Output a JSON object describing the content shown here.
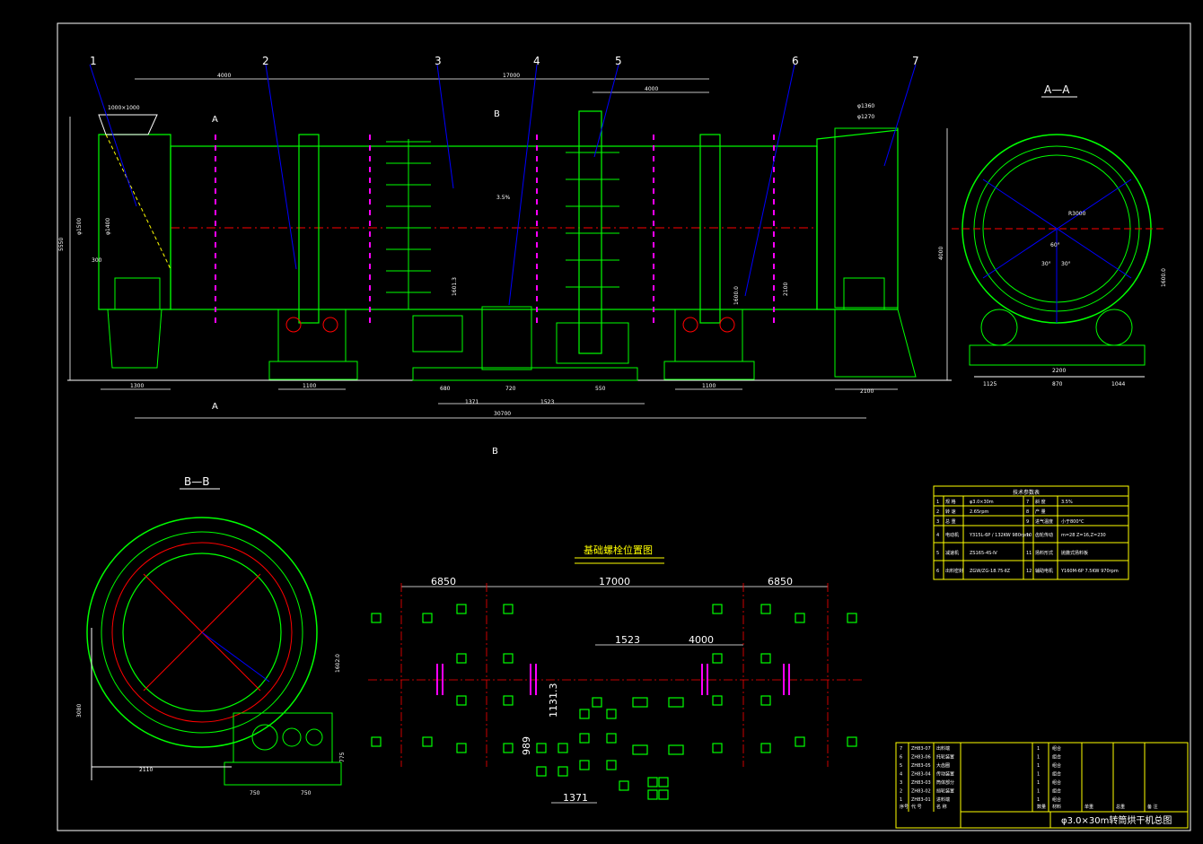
{
  "drawing": {
    "title": "φ3.0×30m转筒烘干机总图",
    "view_labels": {
      "section_aa": "A—A",
      "section_bb": "B—B",
      "cut_a": "A",
      "cut_b": "B"
    },
    "part_callouts": [
      "1",
      "2",
      "3",
      "4",
      "5",
      "6",
      "7"
    ],
    "foundation_title": "基础螺栓位置图"
  },
  "main_view": {
    "dims_top": [
      "4000",
      "17000",
      "4000"
    ],
    "dims_bottom": [
      "1300",
      "1100",
      "680",
      "720",
      "550",
      "1100",
      "2100",
      "1371",
      "1523",
      "30700"
    ],
    "dims_side": [
      "5550",
      "4000",
      "1000×1000",
      "φ1500",
      "φ1400",
      "300",
      "φ1360",
      "φ1270",
      "3.5%",
      "1601.3",
      "2100",
      "1600.0"
    ]
  },
  "section_aa_dims": [
    "2200",
    "1125",
    "870",
    "1044",
    "1600.0",
    "R3000",
    "60°",
    "30°",
    "30°"
  ],
  "section_bb_dims": [
    "2110",
    "750",
    "750",
    "3080",
    "775",
    "1602.0"
  ],
  "foundation": {
    "dims": [
      "6850",
      "17000",
      "6850",
      "1523",
      "4000",
      "1131.3",
      "989",
      "1371"
    ]
  },
  "spec_table": {
    "title": "技术参数表",
    "rows": [
      [
        "1",
        "规 格",
        "φ3.0×30m",
        "7",
        "斜 度",
        "3.5%"
      ],
      [
        "2",
        "转 速",
        "2.65rpm",
        "8",
        "产 量",
        ""
      ],
      [
        "3",
        "总 重",
        "",
        "9",
        "进气温度",
        "小于800°C"
      ],
      [
        "4",
        "电动机",
        "Y315L-6P / 132KW 980rpm",
        "10",
        "齿轮传动",
        "m=28 Z=16,Z=230"
      ],
      [
        "5",
        "减速机",
        "ZS165-4S-Ⅳ",
        "11",
        "扬料形式",
        "抛撒式扬料板"
      ],
      [
        "6",
        "出料密封",
        "ZGW/ZG-18.75-ⅡZ",
        "12",
        "辅助电机",
        "Y160M-6P 7.5KW 970rpm"
      ]
    ]
  },
  "bom_table": {
    "header": [
      "序号",
      "代 号",
      "名 称",
      "数量",
      "材料",
      "单重",
      "总重",
      "备 注"
    ],
    "rows": [
      [
        "7",
        "ZH83-07",
        "出料端",
        "1",
        "组合",
        "",
        "",
        ""
      ],
      [
        "6",
        "ZH83-06",
        "托轮装置",
        "1",
        "组合",
        "",
        "",
        ""
      ],
      [
        "5",
        "ZH83-05",
        "大齿圈",
        "1",
        "组合",
        "",
        "",
        ""
      ],
      [
        "4",
        "ZH83-04",
        "传动装置",
        "1",
        "组合",
        "",
        "",
        ""
      ],
      [
        "3",
        "ZH83-03",
        "筒体部分",
        "1",
        "组合",
        "",
        "",
        ""
      ],
      [
        "2",
        "ZH83-02",
        "挡轮装置",
        "1",
        "组合",
        "",
        "",
        ""
      ],
      [
        "1",
        "ZH83-01",
        "进料端",
        "1",
        "组合",
        "",
        "",
        ""
      ]
    ]
  }
}
